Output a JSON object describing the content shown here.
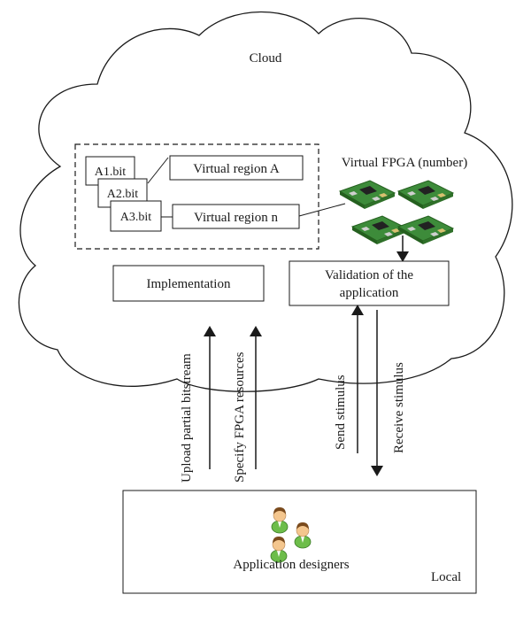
{
  "cloud": {
    "label": "Cloud"
  },
  "bitfiles": [
    "A1.bit",
    "A2.bit",
    "A3.bit"
  ],
  "regions": [
    "Virtual region A",
    "Virtual region n"
  ],
  "virtual_fpga": {
    "label": "Virtual FPGA (number)",
    "board_count": 4
  },
  "boxes": {
    "implementation": "Implementation",
    "validation_line1": "Validation of the",
    "validation_line2": "application"
  },
  "arrows": {
    "upload": "Upload partial bitstream",
    "specify": "Specify FPGA resources",
    "send": "Send stimulus",
    "receive": "Receive stimulus"
  },
  "local": {
    "label": "Local",
    "designers": "Application designers",
    "designer_count": 3
  },
  "colors": {
    "line": "#1a1a1a",
    "pcb": "#3d8b3a",
    "pcb_dark": "#25601f",
    "skin": "#f4c68e",
    "hair": "#7a4a1c",
    "shirt": "#6dbd4a"
  }
}
